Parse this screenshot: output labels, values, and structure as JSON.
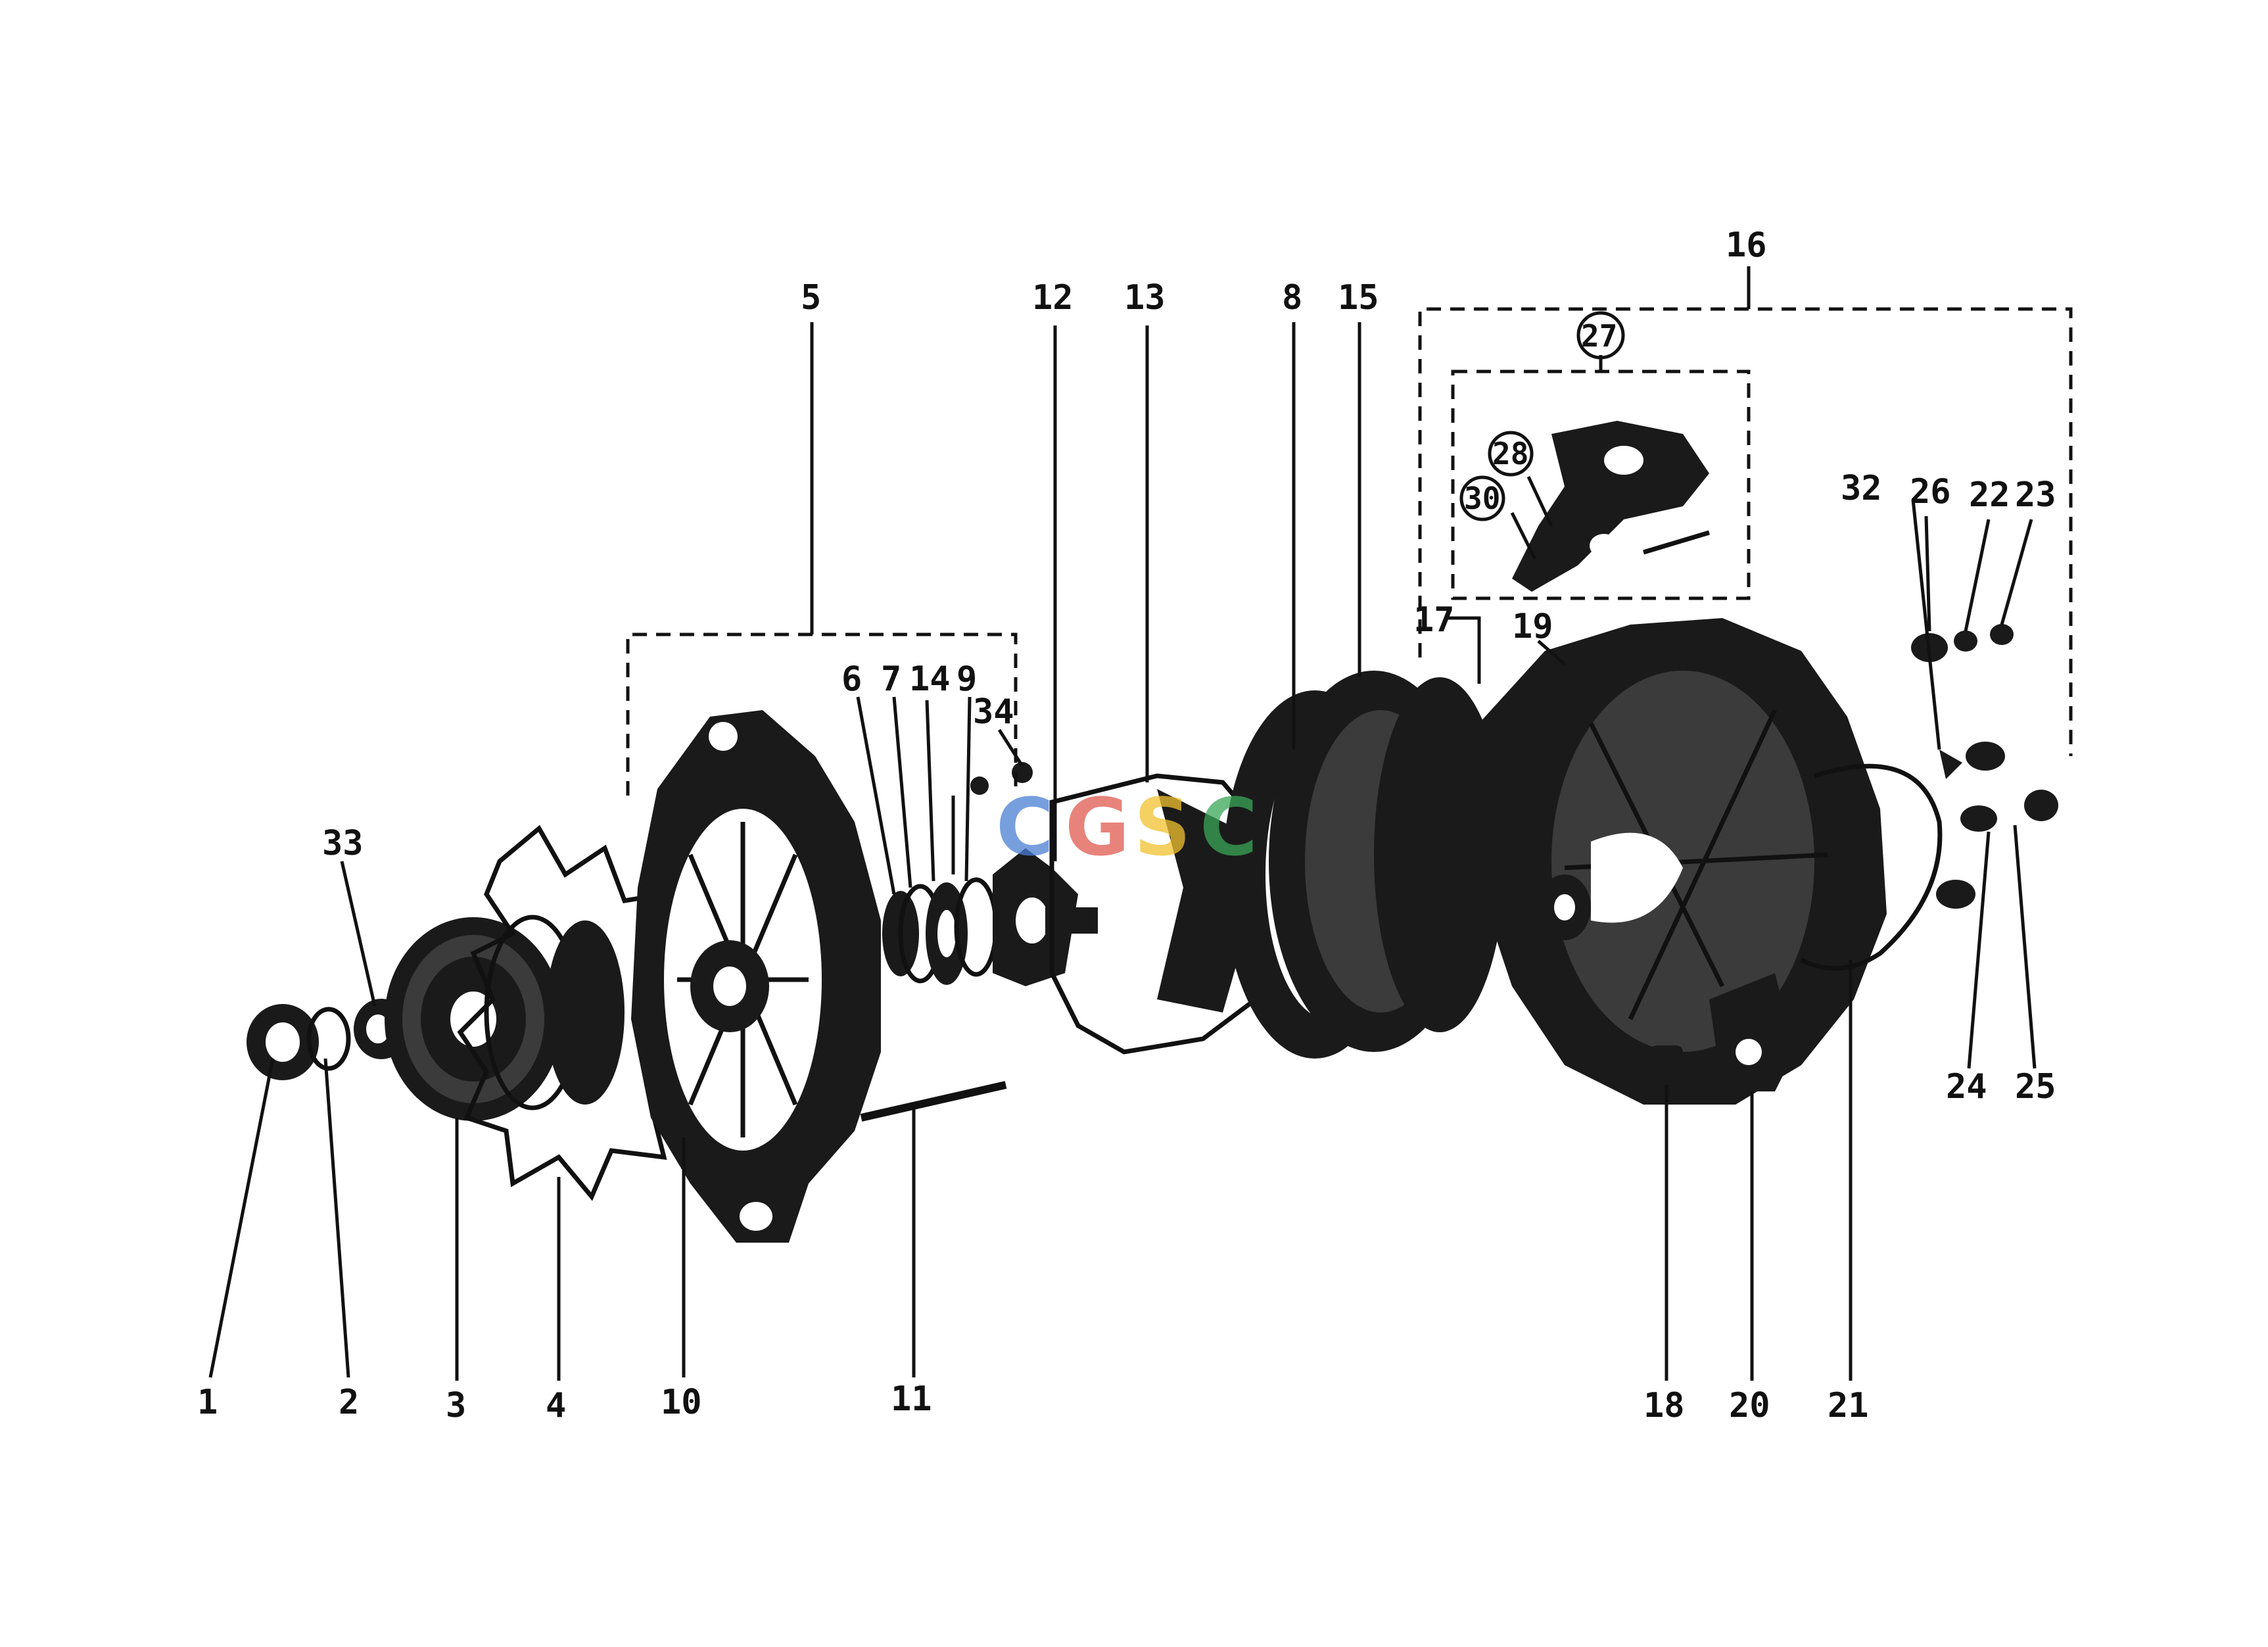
{
  "diagram": {
    "callouts": {
      "c1": "1",
      "c2": "2",
      "c3": "3",
      "c4": "4",
      "c5": "5",
      "c6": "6",
      "c7": "7",
      "c8": "8",
      "c9": "9",
      "c10": "10",
      "c11": "11",
      "c12": "12",
      "c13": "13",
      "c14": "14",
      "c15": "15",
      "c16": "16",
      "c17": "17",
      "c18": "18",
      "c19": "19",
      "c20": "20",
      "c21": "21",
      "c22": "22",
      "c23": "23",
      "c24": "24",
      "c25": "25",
      "c26": "26",
      "c27": "27",
      "c28": "28",
      "c30": "30",
      "c32": "32",
      "c33": "33",
      "c34": "34"
    },
    "watermark": {
      "letters": [
        "C",
        "G",
        "S",
        "C"
      ],
      "colors": [
        "#4a7fd4",
        "#e05a4f",
        "#f2c12e",
        "#3aa657"
      ]
    },
    "colors": {
      "ink": "#111111",
      "paper": "#ffffff"
    }
  }
}
